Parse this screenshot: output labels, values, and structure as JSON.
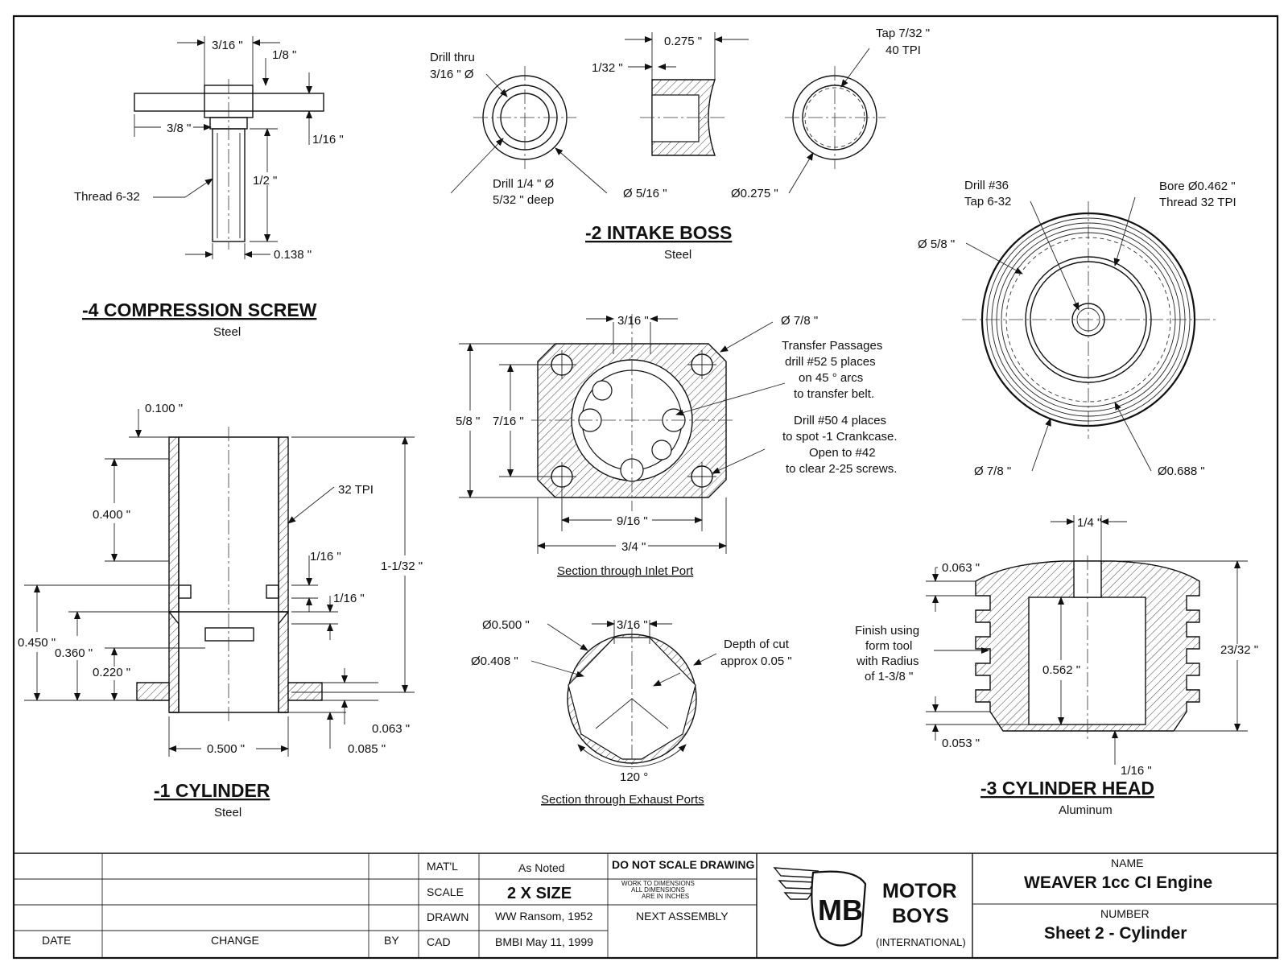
{
  "parts": {
    "compression_screw": {
      "title": "-4  COMPRESSION SCREW",
      "material": "Steel",
      "dims": [
        "3/16 \"",
        "1/8 \"",
        "3/8 \"",
        "1/16 \"",
        "1/2 \"",
        "Thread 6-32",
        "0.138 \""
      ]
    },
    "intake_boss": {
      "title": "-2  INTAKE BOSS",
      "material": "Steel",
      "dims": [
        "Drill thru",
        "3/16 \" Ø",
        "Drill 1/4 \" Ø",
        "5/32 \" deep",
        "Ø 5/16 \"",
        "0.275 \"",
        "1/32 \"",
        "Tap 7/32 \"",
        "40 TPI",
        "Ø0.275 \""
      ]
    },
    "inlet_section": {
      "label": "Section through Inlet Port",
      "dims": [
        "3/16 \"",
        "Ø 7/8 \"",
        "5/8 \"",
        "7/16 \"",
        "9/16 \"",
        "3/4 \""
      ],
      "notes": [
        "Transfer Passages",
        "drill #52 5 places",
        "on 45 ° arcs",
        "to transfer belt.",
        "Drill #50 4 places",
        "to spot -1 Crankcase.",
        "Open to #42",
        "to clear 2-25 screws."
      ]
    },
    "exhaust_section": {
      "label": "Section through Exhaust Ports",
      "dims": [
        "Ø0.500 \"",
        "3/16 \"",
        "Ø0.408 \"",
        "Depth of cut",
        "approx 0.05 \"",
        "120 °"
      ]
    },
    "cylinder": {
      "title": "-1  CYLINDER",
      "material": "Steel",
      "dims": [
        "0.100 \"",
        "0.400 \"",
        "32 TPI",
        "1/16 \"",
        "1/16 \"",
        "1-1/32 \"",
        "0.450 \"",
        "0.360 \"",
        "0.220 \"",
        "0.063 \"",
        "0.500 \"",
        "0.085 \""
      ]
    },
    "cylinder_head_plan": {
      "dims": [
        "Drill #36",
        "Tap 6-32",
        "Bore Ø0.462 \"",
        "Thread 32 TPI",
        "Ø 5/8 \"",
        "Ø 7/8 \"",
        "Ø0.688 \""
      ]
    },
    "cylinder_head": {
      "title": "-3  CYLINDER HEAD",
      "material": "Aluminum",
      "dims": [
        "1/4 \"",
        "0.063 \"",
        "23/32 \"",
        "0.562 \"",
        "0.053 \"",
        "1/16 \""
      ],
      "notes": [
        "Finish using",
        "form tool",
        "with Radius",
        "of 1-3/8 \""
      ]
    }
  },
  "title_block": {
    "revision_headers": {
      "date": "DATE",
      "change": "CHANGE",
      "by": "BY"
    },
    "fields": [
      {
        "label": "MAT'L",
        "value": "As Noted"
      },
      {
        "label": "SCALE",
        "value": "2 X SIZE"
      },
      {
        "label": "DRAWN",
        "value": "WW Ransom, 1952"
      },
      {
        "label": "CAD",
        "value": "BMBI May 11, 1999"
      }
    ],
    "notice": "DO NOT SCALE DRAWING",
    "notice_small": [
      "WORK TO DIMENSIONS",
      "ALL DIMENSIONS",
      "ARE IN INCHES"
    ],
    "next_assembly": "NEXT ASSEMBLY",
    "logo": {
      "monogram": "MB",
      "line1": "MOTOR",
      "line2": "BOYS",
      "line3": "(INTERNATIONAL)"
    },
    "name_label": "NAME",
    "name": "WEAVER 1cc CI Engine",
    "number_label": "NUMBER",
    "number": "Sheet 2 - Cylinder"
  }
}
